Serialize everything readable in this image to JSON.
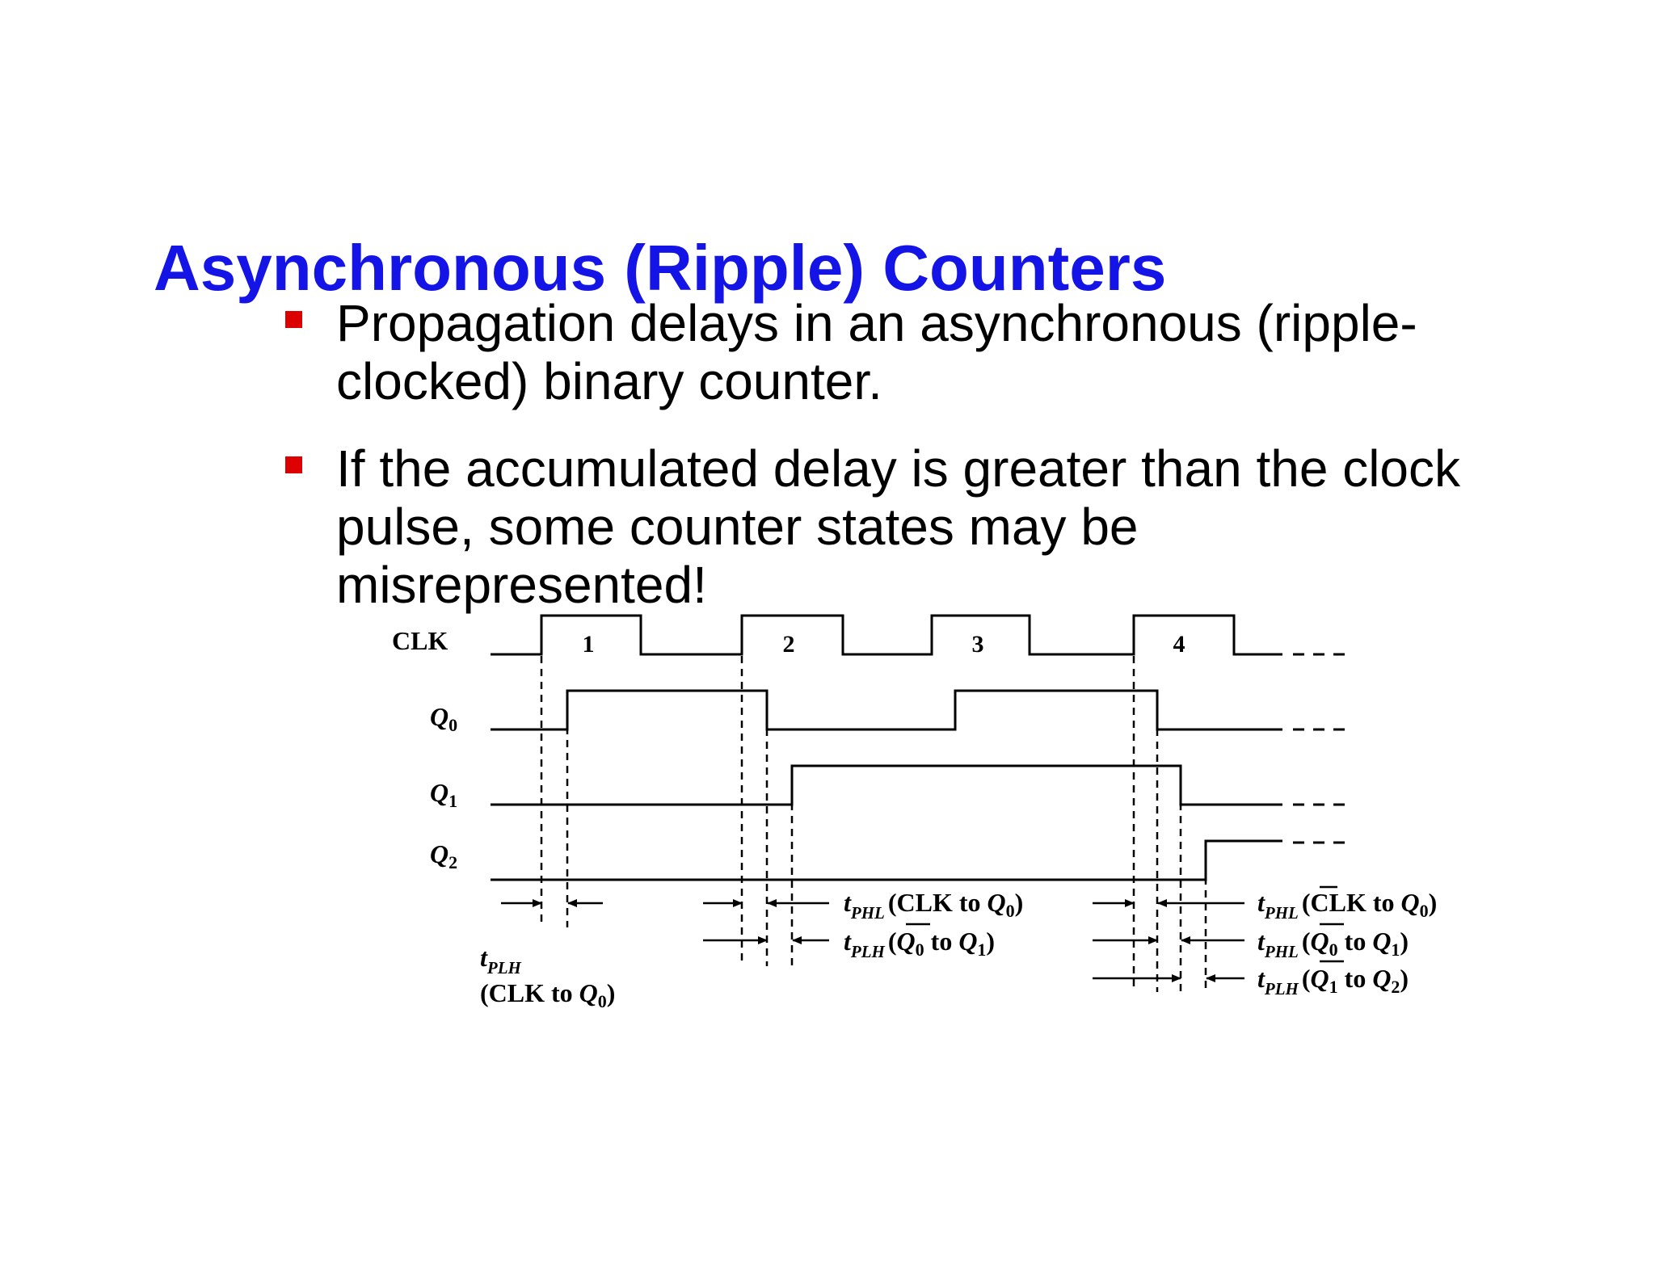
{
  "slide": {
    "title": "Asynchronous (Ripple) Counters",
    "bullets": [
      {
        "lines": [
          "Propagation delays in an asynchronous (ripple-",
          "clocked) binary counter."
        ]
      },
      {
        "lines": [
          "If the accumulated delay is greater than the clock",
          "pulse, some counter states may be",
          "misrepresented!"
        ]
      }
    ]
  },
  "colors": {
    "title": "#1414e6",
    "bullet_marker": "#dd0000",
    "text": "#000000"
  },
  "diagram": {
    "signals": [
      {
        "name": "CLK",
        "sub": ""
      },
      {
        "name": "Q",
        "sub": "0"
      },
      {
        "name": "Q",
        "sub": "1"
      },
      {
        "name": "Q",
        "sub": "2"
      }
    ],
    "clock_pulse_numbers": [
      "1",
      "2",
      "3",
      "4"
    ],
    "continuation": "- - -",
    "delay_labels": [
      {
        "t": "t",
        "sub": "PHL",
        "paren_open": "(",
        "from": "CLK",
        "from_sub": "",
        "from_bar": false,
        "to_word": " to ",
        "to": "Q",
        "to_sub": "0",
        "paren_close": ")"
      },
      {
        "t": "t",
        "sub": "PLH",
        "paren_open": "(",
        "from": "Q",
        "from_sub": "0",
        "from_bar": true,
        "to_word": " to ",
        "to": "Q",
        "to_sub": "1",
        "paren_close": ")"
      },
      {
        "t": "t",
        "sub": "PHL",
        "paren_open": "(",
        "from": "CLK",
        "from_sub": "",
        "from_bar": false,
        "to_word": " to ",
        "to": "Q",
        "to_sub": "0",
        "paren_close": ")"
      },
      {
        "t": "t",
        "sub": "PHL",
        "paren_open": "(",
        "from": "Q",
        "from_sub": "0",
        "from_bar": true,
        "to_word": " to ",
        "to": "Q",
        "to_sub": "1",
        "paren_close": ")"
      },
      {
        "t": "t",
        "sub": "PLH",
        "paren_open": "(",
        "from": "Q",
        "from_sub": "1",
        "from_bar": true,
        "to_word": " to ",
        "to": "Q",
        "to_sub": "2",
        "paren_close": ")"
      }
    ],
    "bottom_label": {
      "t": "t",
      "sub": "PLH",
      "line2_open": "(CLK to ",
      "to": "Q",
      "to_sub": "0",
      "line2_close": ")"
    }
  }
}
